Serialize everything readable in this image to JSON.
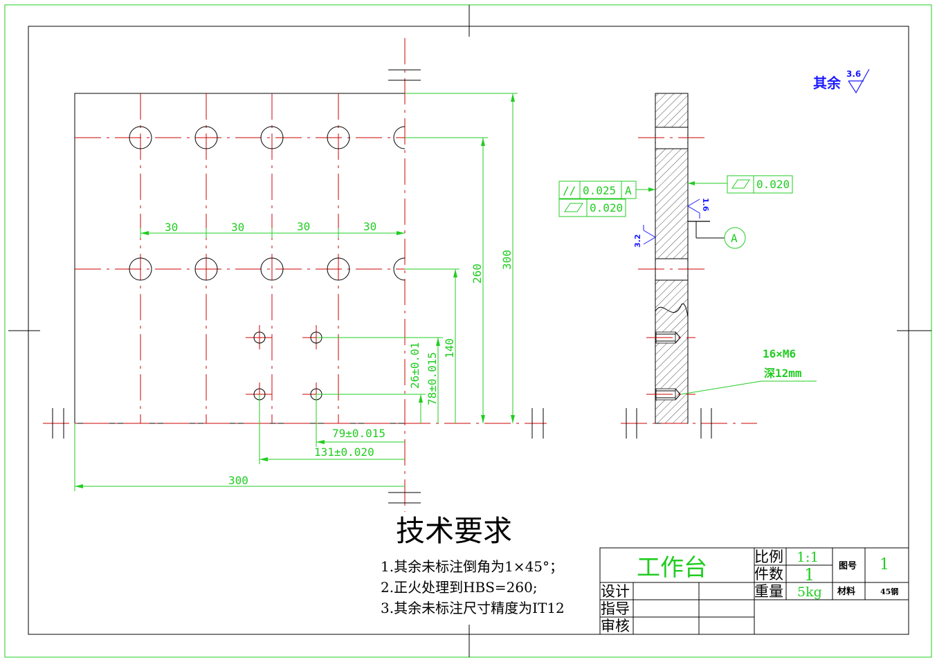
{
  "drawing": {
    "surface_note": {
      "label": "其余",
      "roughness": "3.6"
    },
    "front_view": {
      "dims": {
        "pitch": [
          "30",
          "30",
          "30",
          "30"
        ],
        "height_260": "260",
        "height_300": "300",
        "height_140": "140",
        "tol_26": "26±0.01",
        "tol_78": "78±0.015",
        "tol_79": "79±0.015",
        "tol_131": "131±0.020",
        "width_300": "300"
      }
    },
    "side_view": {
      "parallelism": {
        "symbol": "//",
        "value": "0.025",
        "datum": "A"
      },
      "flatness_left": {
        "value": "0.020"
      },
      "flatness_right": {
        "value": "0.020"
      },
      "roughness_left": "3.2",
      "roughness_right": "1.6",
      "datum_label": "A",
      "thread_note": {
        "line1": "16×M6",
        "line2": "深12mm"
      }
    },
    "tech_req": {
      "title": "技术要求",
      "items": [
        "1.其余未标注倒角为1×45°；",
        "2.正火处理到HBS=260;",
        "3.其余未标注尺寸精度为IT12"
      ]
    },
    "title_block": {
      "part_name": "工作台",
      "scale_label": "比例",
      "scale_value": "1:1",
      "qty_label": "件数",
      "qty_value": "1",
      "weight_label": "重量",
      "weight_value": "5kg",
      "dwg_no_label": "图号",
      "dwg_no_value": "1",
      "material_label": "材料",
      "material_value": "45钢",
      "design_label": "设计",
      "guide_label": "指导",
      "review_label": "审核"
    }
  },
  "colors": {
    "dimension": "#22cc22",
    "centerline": "#cc0000",
    "note": "#1a1aff",
    "outline": "#000000"
  }
}
